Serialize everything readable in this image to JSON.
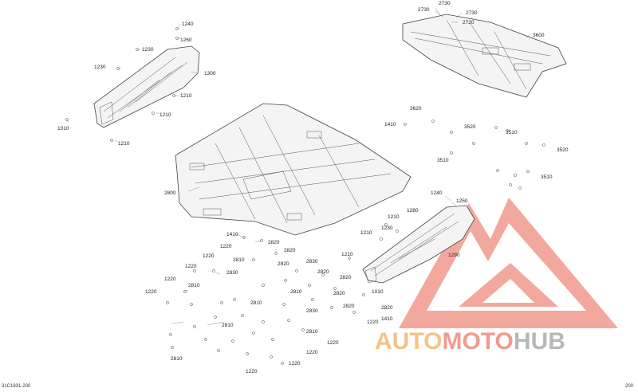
{
  "watermark": {
    "part1": "AUTO",
    "part2": "MOTO",
    "part3": "HUB",
    "color_auto": "#f5c28a",
    "color_moto": "#f29a8e",
    "color_hub": "#b8b8b8",
    "logo_color": "#f08a80"
  },
  "footer": {
    "left": "31C1831-200",
    "right": "200"
  },
  "callouts": [
    {
      "id": "c1240a",
      "text": "1240"
    },
    {
      "id": "c1260a",
      "text": "1260"
    },
    {
      "id": "c1230a",
      "text": "1230"
    },
    {
      "id": "c1230b",
      "text": "1230"
    },
    {
      "id": "c1300",
      "text": "1300"
    },
    {
      "id": "c1210a",
      "text": "1210"
    },
    {
      "id": "c1210b",
      "text": "1210"
    },
    {
      "id": "c1210c",
      "text": "1210"
    },
    {
      "id": "c1010a",
      "text": "1010"
    },
    {
      "id": "c2730a",
      "text": "2730"
    },
    {
      "id": "c2730b",
      "text": "2730"
    },
    {
      "id": "c2730c",
      "text": "2730"
    },
    {
      "id": "c2720",
      "text": "2720"
    },
    {
      "id": "c3600",
      "text": "3600"
    },
    {
      "id": "c3620",
      "text": "3620"
    },
    {
      "id": "c1410a",
      "text": "1410"
    },
    {
      "id": "c3520a",
      "text": "3520"
    },
    {
      "id": "c3510a",
      "text": "3510"
    },
    {
      "id": "c3520b",
      "text": "3520"
    },
    {
      "id": "c3510b",
      "text": "3510"
    },
    {
      "id": "c3510c",
      "text": "3510"
    },
    {
      "id": "c2800",
      "text": "2800"
    },
    {
      "id": "c1240b",
      "text": "1240"
    },
    {
      "id": "c1250",
      "text": "1250"
    },
    {
      "id": "c1210d",
      "text": "1210"
    },
    {
      "id": "c1280",
      "text": "1280"
    },
    {
      "id": "c1230c",
      "text": "1230"
    },
    {
      "id": "c1210e",
      "text": "1210"
    },
    {
      "id": "c1290",
      "text": "1290"
    },
    {
      "id": "c1410b",
      "text": "1410"
    },
    {
      "id": "c2820a",
      "text": "2820"
    },
    {
      "id": "c1220a",
      "text": "1220"
    },
    {
      "id": "c2820b",
      "text": "2820"
    },
    {
      "id": "c1220b",
      "text": "1220"
    },
    {
      "id": "c2810a",
      "text": "2810"
    },
    {
      "id": "c2830a",
      "text": "2830"
    },
    {
      "id": "c2820c",
      "text": "2820"
    },
    {
      "id": "c1220c",
      "text": "1220"
    },
    {
      "id": "c2830b",
      "text": "2830"
    },
    {
      "id": "c1220d",
      "text": "1220"
    },
    {
      "id": "c2810b",
      "text": "2810"
    },
    {
      "id": "c2820d",
      "text": "2820"
    },
    {
      "id": "c1210f",
      "text": "1210"
    },
    {
      "id": "c2820e",
      "text": "2820"
    },
    {
      "id": "c1220e",
      "text": "1220"
    },
    {
      "id": "c2810c",
      "text": "2810"
    },
    {
      "id": "c2820f",
      "text": "2820"
    },
    {
      "id": "c1010b",
      "text": "1010"
    },
    {
      "id": "c2830c",
      "text": "2830"
    },
    {
      "id": "c2820g",
      "text": "2820"
    },
    {
      "id": "c2820h",
      "text": "2820"
    },
    {
      "id": "c1220f",
      "text": "1220"
    },
    {
      "id": "c1410c",
      "text": "1410"
    },
    {
      "id": "c2810d",
      "text": "2810"
    },
    {
      "id": "c2810e",
      "text": "2810"
    },
    {
      "id": "c1220g",
      "text": "1220"
    },
    {
      "id": "c1220h",
      "text": "1220"
    },
    {
      "id": "c2810f",
      "text": "2810"
    },
    {
      "id": "c1220i",
      "text": "1220"
    },
    {
      "id": "c2810g",
      "text": "2810"
    },
    {
      "id": "c1220j",
      "text": "1220"
    }
  ]
}
